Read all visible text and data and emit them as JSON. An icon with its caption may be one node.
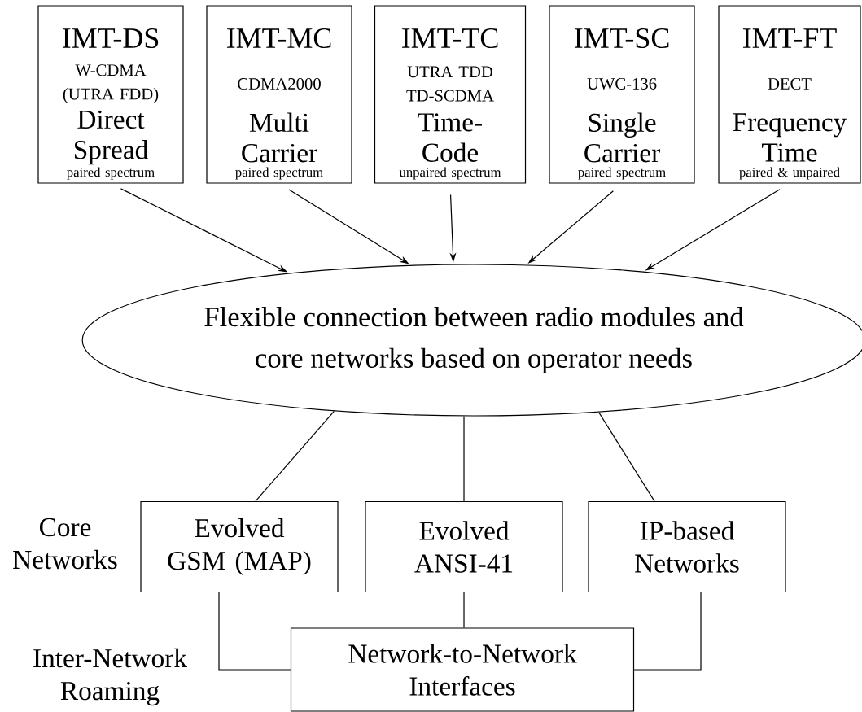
{
  "diagram": {
    "nodes": [
      {
        "text": [
          "IMT-DS",
          "W-CDMA (UTRA FDD)",
          "Direct Spread",
          "paired spectrum"
        ]
      },
      {
        "text": [
          "IMT-MC",
          "CDMA2000",
          "Multi Carrier",
          "paired spectrum"
        ]
      },
      {
        "text": [
          "IMT-TC",
          "UTRA TDD TD-SCDMA",
          "Time-Code",
          "unpaired spectrum"
        ]
      },
      {
        "text": [
          "IMT-SC",
          "UWC-136",
          "Single Carrier",
          "paired spectrum"
        ]
      },
      {
        "text": [
          "IMT-FT",
          "DECT",
          "Frequency Time",
          "paired & unpaired"
        ]
      },
      {
        "text": [
          "Flexible connection between radio modules and core networks based on operator needs"
        ]
      },
      {
        "text": [
          "Evolved GSM (MAP)"
        ]
      },
      {
        "text": [
          "Evolved ANSI-41"
        ]
      },
      {
        "text": [
          "IP-based Networks"
        ]
      },
      {
        "text": [
          "Network-to-Network Interfaces"
        ]
      }
    ],
    "edges": [
      {
        "from": 0,
        "to": 5,
        "arrow": "to"
      },
      {
        "from": 1,
        "to": 5,
        "arrow": "to"
      },
      {
        "from": 2,
        "to": 5,
        "arrow": "to"
      },
      {
        "from": 3,
        "to": 5,
        "arrow": "to"
      },
      {
        "from": 4,
        "to": 5,
        "arrow": "to"
      },
      {
        "from": 5,
        "to": 6,
        "arrow": "none"
      },
      {
        "from": 5,
        "to": 7,
        "arrow": "none"
      },
      {
        "from": 5,
        "to": 8,
        "arrow": "none"
      },
      {
        "from": 6,
        "to": 9,
        "arrow": "none"
      },
      {
        "from": 7,
        "to": 9,
        "arrow": "none"
      },
      {
        "from": 8,
        "to": 9,
        "arrow": "none"
      }
    ],
    "labels": [
      "Core Networks",
      "Inter-Network Roaming"
    ]
  }
}
